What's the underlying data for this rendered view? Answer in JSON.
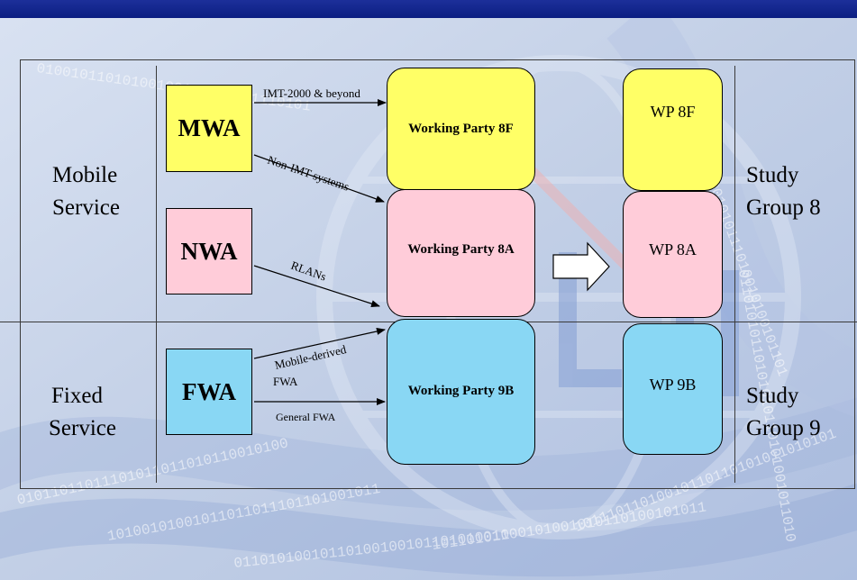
{
  "colors": {
    "mwa_fill": "#ffff66",
    "nwa_fill": "#ffccd9",
    "fwa_fill": "#89d7f4",
    "title_bar": "#0b1e82"
  },
  "background": {
    "binary_rows": [
      "0101101101110101",
      "1010010100101101",
      "0110101001011010",
      "1011010110010100",
      "1011101101001011",
      "0100101101010010",
      "1010110100101011",
      "0110101011010101"
    ]
  },
  "services": {
    "mobile": {
      "line1": "Mobile",
      "line2": "Service"
    },
    "fixed": {
      "line1": "Fixed",
      "line2": "Service"
    }
  },
  "sources": {
    "mwa": "MWA",
    "nwa": "NWA",
    "fwa": "FWA"
  },
  "arrows": {
    "imt": "IMT-2000 & beyond",
    "non_imt": "Non-IMT systems",
    "rlans": "RLANs",
    "mobile_derived_1": "Mobile-derived",
    "mobile_derived_2": "FWA",
    "general_fwa": "General FWA"
  },
  "working_parties": {
    "wp8f": "Working Party 8F",
    "wp8a": "Working Party 8A",
    "wp9b": "Working Party 9B"
  },
  "short_wps": {
    "wp8f": "WP 8F",
    "wp8a": "WP 8A",
    "wp9b": "WP 9B"
  },
  "study_groups": {
    "sg8": {
      "line1": "Study",
      "line2": "Group 8"
    },
    "sg9": {
      "line1": "Study",
      "line2": "Group 9"
    }
  }
}
